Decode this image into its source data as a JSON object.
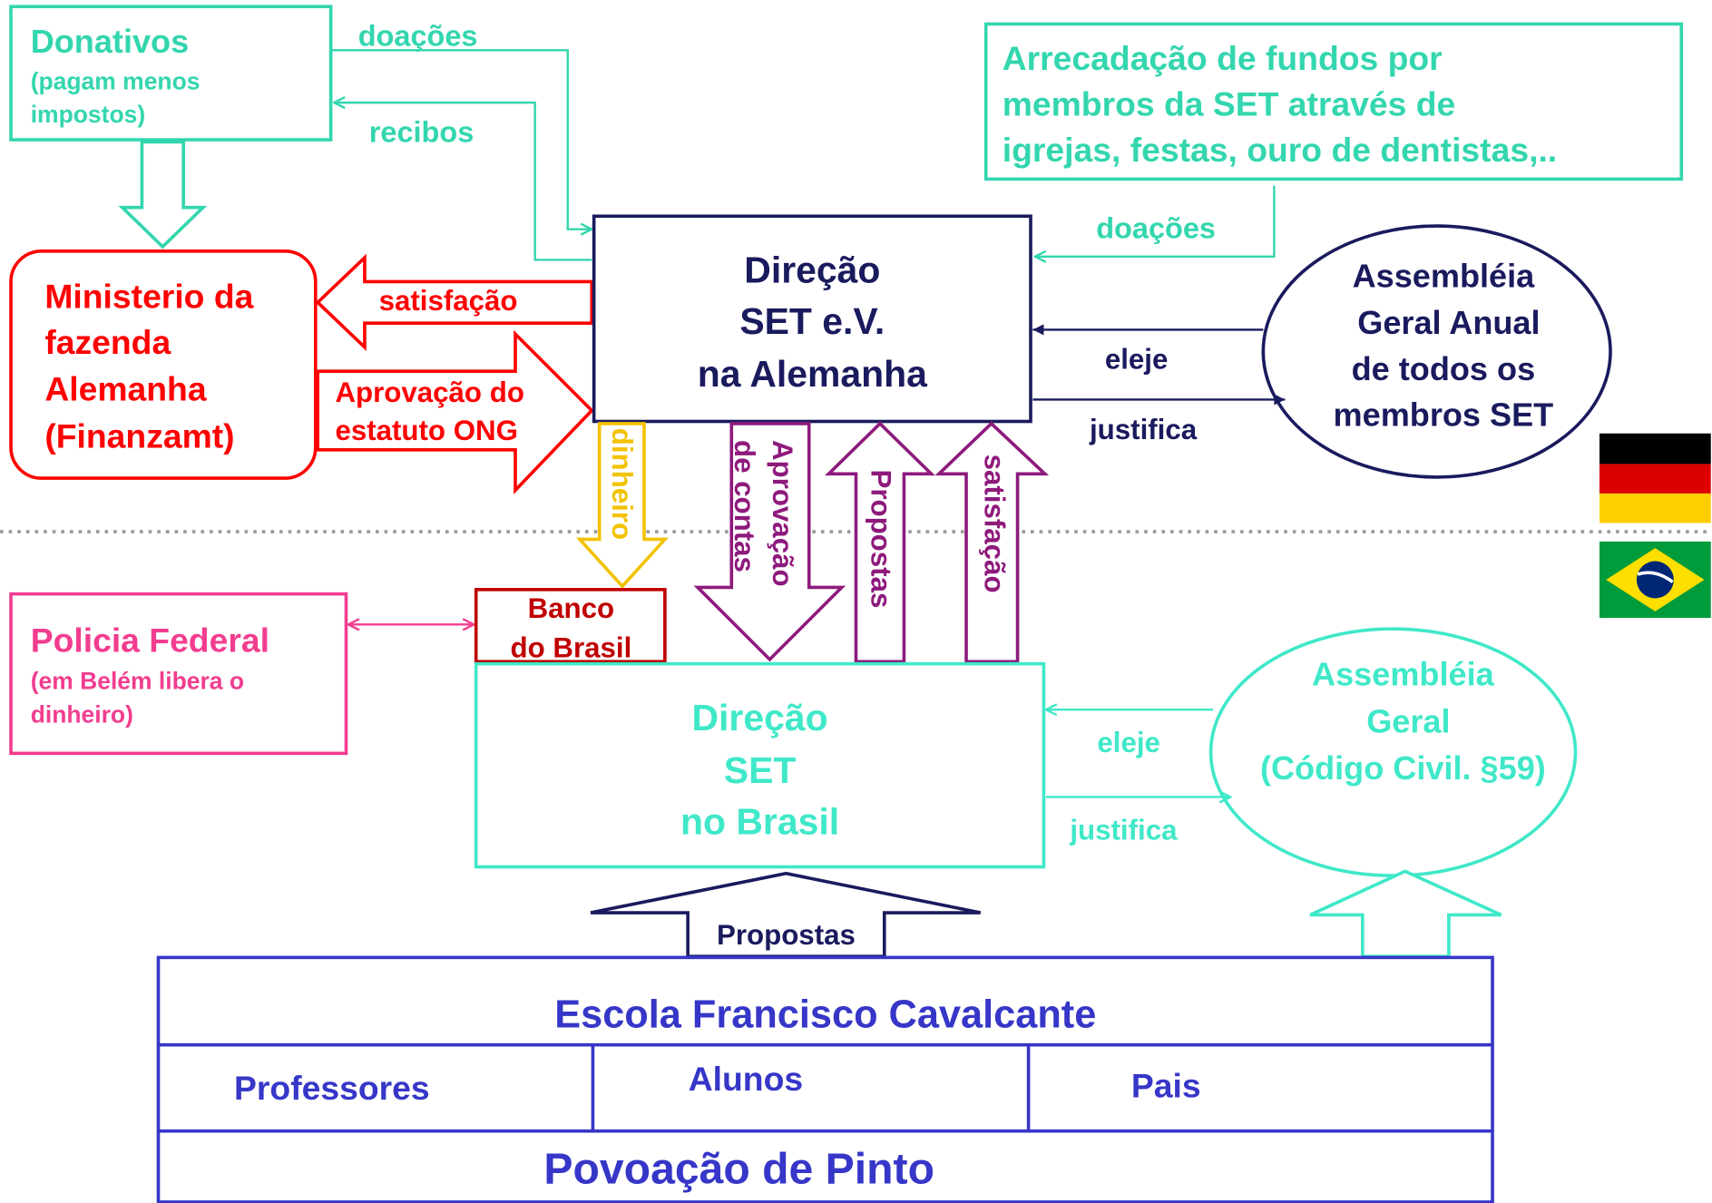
{
  "donativos": {
    "title": "Donativos",
    "sub1": "(pagam menos",
    "sub2": "impostos)"
  },
  "flows_top": {
    "doacoes_1": "doações",
    "recibos": "recibos",
    "doacoes_2": "doações"
  },
  "arrecadacao": {
    "line1": "Arrecadação de fundos por",
    "line2": "membros da SET através de",
    "line3": "igrejas, festas, ouro de dentistas,.."
  },
  "ministerio": {
    "line1": "Ministerio da",
    "line2": "fazenda",
    "line3": "Alemanha",
    "line4": "(Finanzamt)"
  },
  "arrows_red": {
    "satisfacao": "satisfação",
    "aprovacao1": "Aprovação do",
    "aprovacao2": "estatuto ONG"
  },
  "direcao_de": {
    "line1": "Direção",
    "line2": "SET e.V.",
    "line3": "na Alemanha"
  },
  "assembleia_de": {
    "line1": "Assembléia",
    "line2": "Geral Anual",
    "line3": "de todos os",
    "line4": "membros SET",
    "elege": "eleje",
    "justifica": "justifica"
  },
  "vertical_arrows": {
    "dinheiro": "dinheiro",
    "aprovacao1": "Aprovação",
    "aprovacao2": "de contas",
    "propostas": "Propostas",
    "satisfacao": "satisfação"
  },
  "policia": {
    "line1": "Policia Federal",
    "line2": "(em Belém libera o",
    "line3": "dinheiro)"
  },
  "banco": {
    "line1": "Banco",
    "line2": "do Brasil"
  },
  "direcao_br": {
    "line1": "Direção",
    "line2": "SET",
    "line3": "no Brasil"
  },
  "assembleia_br": {
    "line1": "Assembléia",
    "line2": "Geral",
    "line3": "(Código Civil. §59)",
    "elege": "eleje",
    "justifica": "justifica"
  },
  "propostas_bottom": "Propostas",
  "escola": {
    "title": "Escola Francisco Cavalcante",
    "professores": "Professores",
    "alunos": "Alunos",
    "pais": "Pais",
    "povoacao": "Povoação de Pinto"
  },
  "colors": {
    "teal": "#33d6ae",
    "red": "#ff0000",
    "navy": "#1a1a5e",
    "purple": "#8e1a7c",
    "gold": "#f2c200",
    "pink": "#f23d8f",
    "darkred": "#c00000",
    "cyan": "#3fe8c8",
    "blue": "#3636c8"
  }
}
